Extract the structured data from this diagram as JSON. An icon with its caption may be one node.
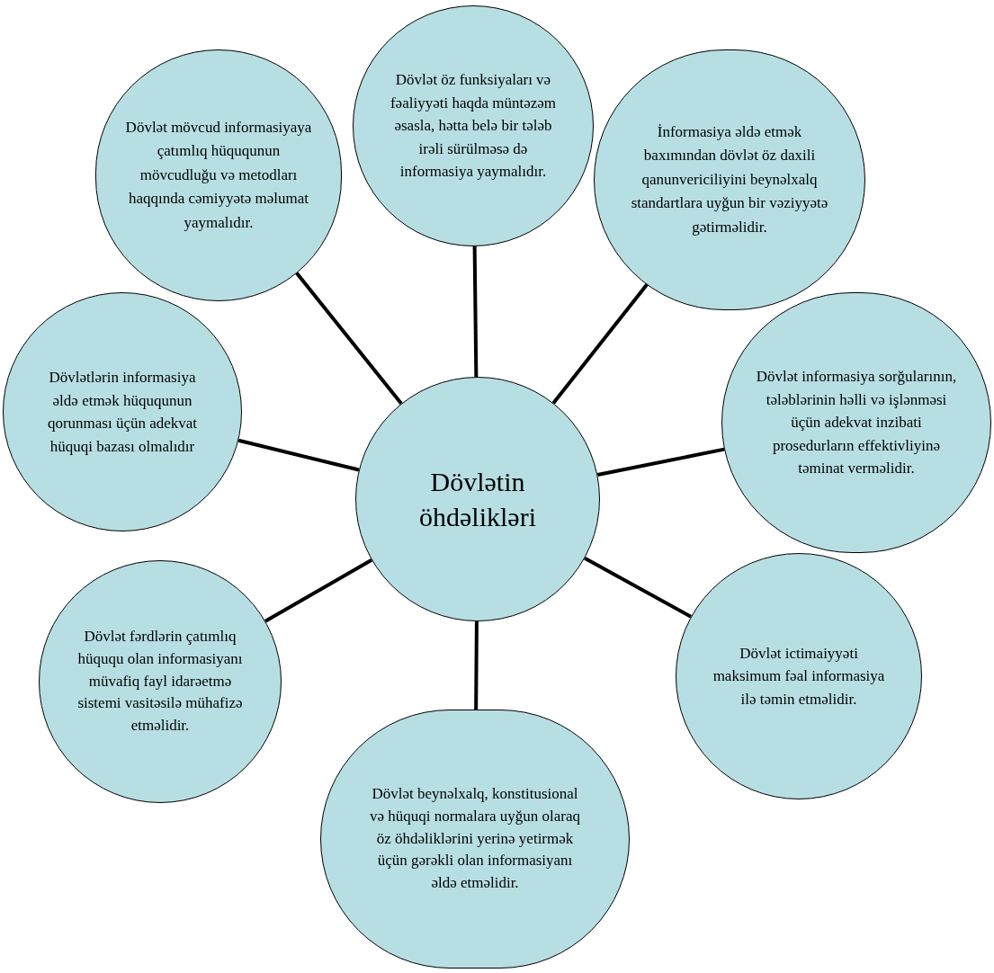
{
  "diagram": {
    "nodes": [
      {
        "text": [
          "Dövlətin öhdəlikləri"
        ]
      },
      {
        "text": [
          "Dövlət mövcud informasiyaya çatımlıq hüququnun mövcudluğu və metodları haqqında cəmiyyətə məlumat yaymalıdır."
        ]
      },
      {
        "text": [
          "Dövlət öz funksiyaları və fəaliyyəti haqda müntəzəm əsasla, hətta belə bir tələb irəli sürülməsə də informasiya yaymalıdır."
        ]
      },
      {
        "text": [
          "İnformasiya əldə etmək baxımından dövlət öz daxili qanunvericiliyini beynəlxalq standartlara uyğun bir vəziyyətə gətirməlidir."
        ]
      },
      {
        "text": [
          "Dövlətlərin informasiya əldə etmək hüququnun qorunması üçün adekvat hüquqi bazası olmalıdır"
        ]
      },
      {
        "text": [
          "Dövlət informasiya sorğularının, tələblərinin həlli və işlənməsi üçün adekvat inzibati prosedurların effektivliyinə təminat verməlidir."
        ]
      },
      {
        "text": [
          "Dövlət fərdlərin çatımlıq hüququ olan informasiyanı müvafiq fayl idarəetmə sistemi vasitəsilə mühafizə etməlidir."
        ]
      },
      {
        "text": [
          "Dövlət ictimaiyyəti maksimum fəal informasiya ilə təmin etməlidir."
        ]
      },
      {
        "text": [
          "Dövlət beynəlxalq, konstitusional və hüquqi normalara uyğun olaraq öz öhdəliklərini yerinə yetirmək üçün gərəkli olan informasiyanı əldə etməlidir."
        ]
      }
    ],
    "edges": [
      {
        "from": 0,
        "to": 1,
        "arrow": "none"
      },
      {
        "from": 0,
        "to": 2,
        "arrow": "none"
      },
      {
        "from": 0,
        "to": 3,
        "arrow": "none"
      },
      {
        "from": 0,
        "to": 4,
        "arrow": "none"
      },
      {
        "from": 0,
        "to": 5,
        "arrow": "none"
      },
      {
        "from": 0,
        "to": 6,
        "arrow": "none"
      },
      {
        "from": 0,
        "to": 7,
        "arrow": "none"
      },
      {
        "from": 0,
        "to": 8,
        "arrow": "none"
      }
    ]
  }
}
